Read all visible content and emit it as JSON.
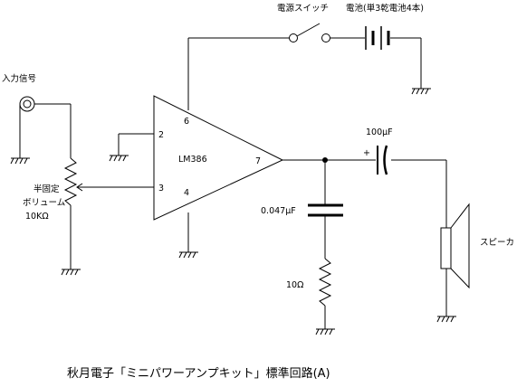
{
  "labels": {
    "power_switch": "電源スイッチ",
    "battery": "電池(単3乾電池4本)",
    "input_signal": "入力信号",
    "pot_line1": "半固定",
    "pot_line2": "ボリューム",
    "pot_line3": "10KΩ",
    "ic_name": "LM386",
    "pin2": "2",
    "pin3": "3",
    "pin4": "4",
    "pin6": "6",
    "pin7": "7",
    "cap_out": "100μF",
    "cap_polarity": "+",
    "cap_filter": "0.047μF",
    "resistor": "10Ω",
    "speaker": "スピーカ"
  },
  "caption": "秋月電子「ミニパワーアンプキット」標準回路(A)"
}
